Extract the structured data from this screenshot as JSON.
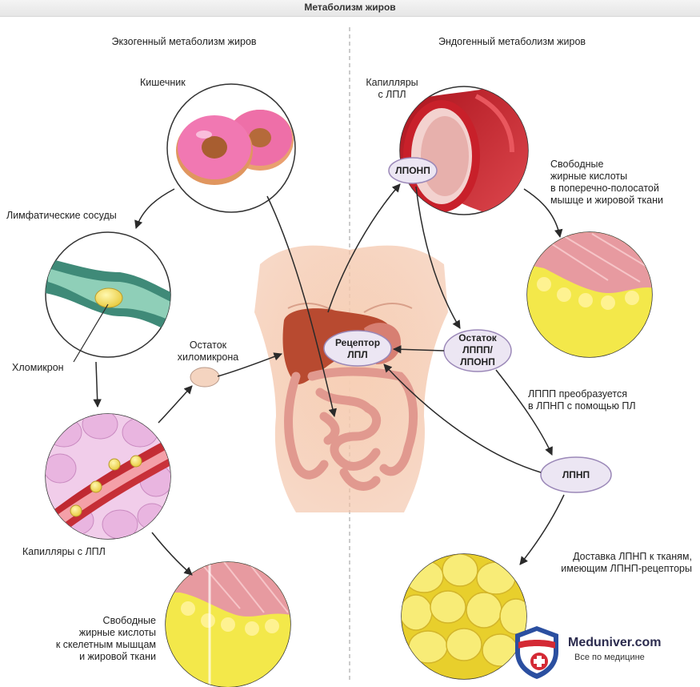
{
  "header": {
    "title": "Метаболизм жиров"
  },
  "sections": {
    "left": "Экзогенный метаболизм жиров",
    "right": "Эндогенный метаболизм жиров"
  },
  "labels": {
    "intestine": "Кишечник",
    "lymph": "Лимфатические сосуды",
    "chylomicron": "Хломикрон",
    "remnant_line1": "Остаток",
    "remnant_line2": "хиломикрона",
    "capillaries_left": "Капилляры с ЛПЛ",
    "ffa_left_1": "Свободные",
    "ffa_left_2": "жирные кислоты",
    "ffa_left_3": "к скелетным мышцам",
    "ffa_left_4": "и жировой ткани",
    "capillaries_right_1": "Капилляры",
    "capillaries_right_2": "с ЛПЛ",
    "ffa_right_1": "Свободные",
    "ffa_right_2": "жирные кислоты",
    "ffa_right_3": "в поперечно-полосатой",
    "ffa_right_4": "мышце и жировой ткани",
    "idl_convert_1": "ЛППП преобразуется",
    "idl_convert_2": "в ЛПНП с помощью ПЛ",
    "ldl_delivery_1": "Доставка ЛПНП к тканям,",
    "ldl_delivery_2": "имеющим ЛПНП-рецепторы"
  },
  "pills": {
    "vldl": "ЛПОНП",
    "receptor_1": "Рецептор",
    "receptor_2": "ЛПЛ",
    "remnant_1": "Остаток",
    "remnant_2": "ЛППП/",
    "remnant_3": "ЛПОНП",
    "ldl": "ЛПНП"
  },
  "logo": {
    "name": "Meduniver.com",
    "tagline": "Все по медицине"
  },
  "colors": {
    "arrow": "#2a2a2a",
    "pill_fill": "#ece6f3",
    "pill_stroke": "#9b88b8",
    "vessel_red": "#c8202a",
    "fat_yellow": "#f3e84a",
    "muscle_pink": "#e79aa0",
    "logo_blue": "#2b4fa0",
    "logo_red": "#d42a35"
  }
}
